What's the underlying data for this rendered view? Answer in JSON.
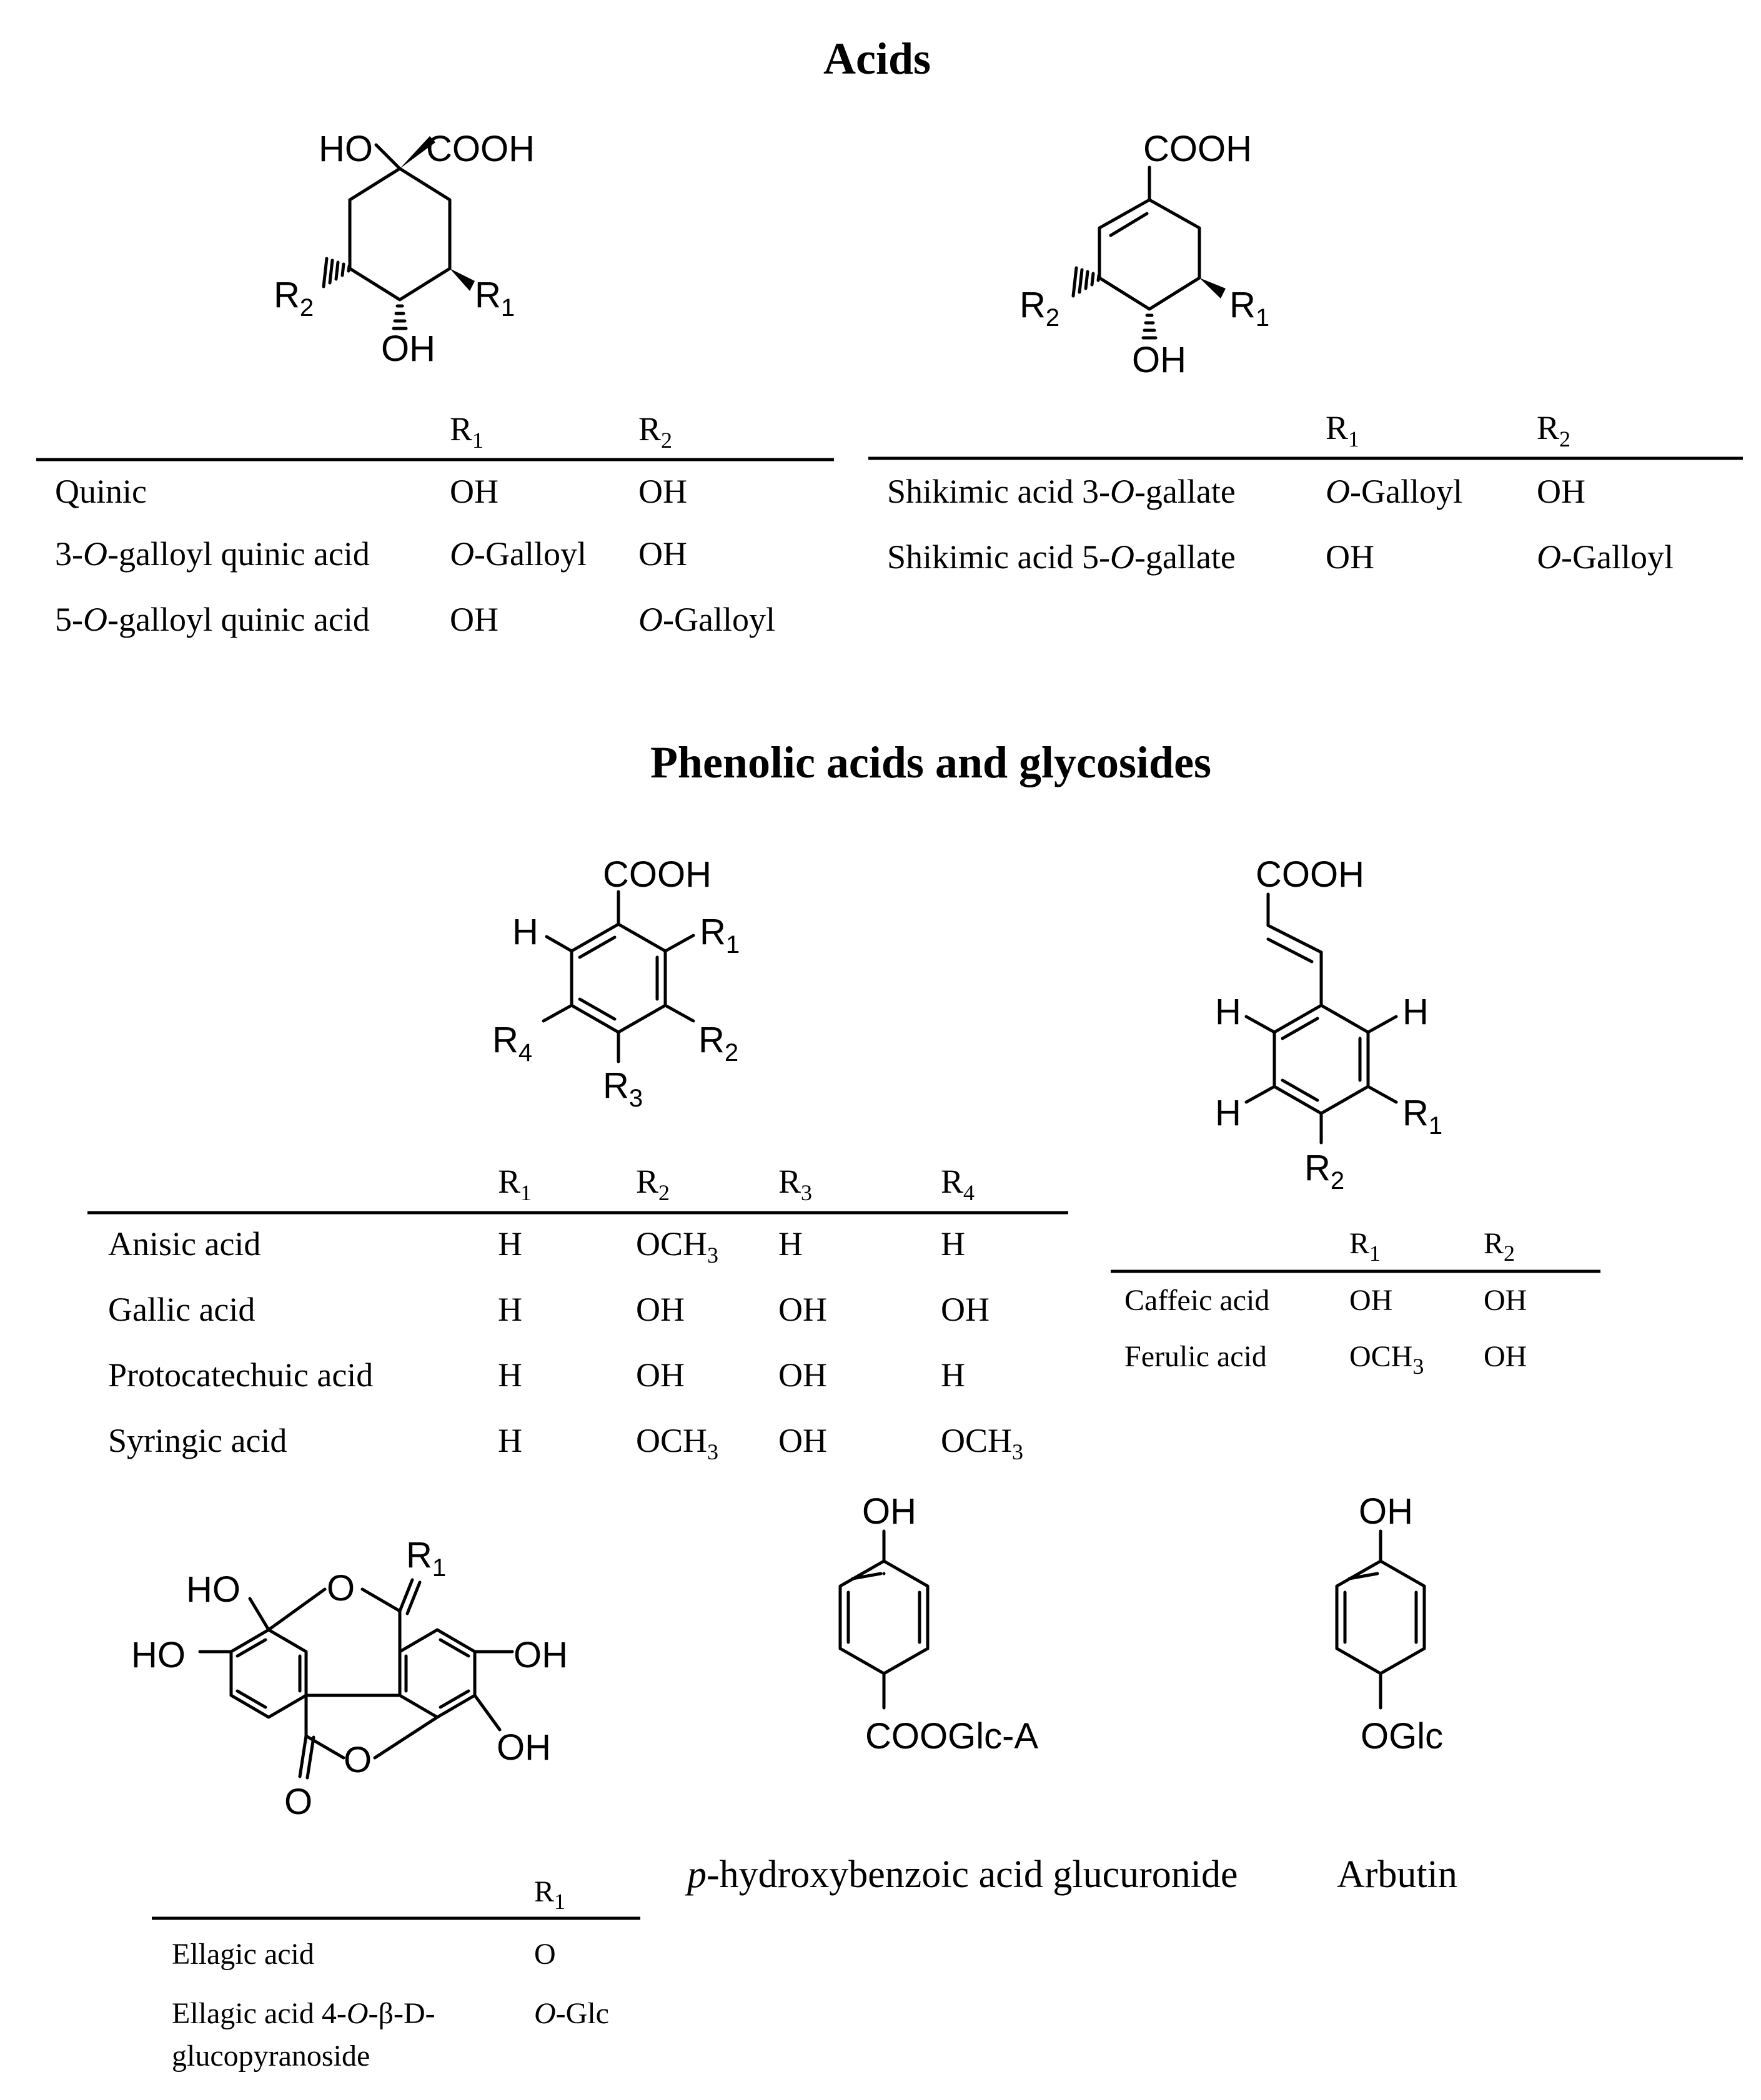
{
  "headings": {
    "acids": "Acids",
    "phenolic": "Phenolic acids and glycosides"
  },
  "molecules": {
    "quinic": {
      "ho": "HO",
      "cooh": "COOH",
      "r1": "R",
      "r1_sub": "1",
      "r2": "R",
      "r2_sub": "2",
      "oh": "OH"
    },
    "shikimic": {
      "cooh": "COOH",
      "r1": "R",
      "r1_sub": "1",
      "r2": "R",
      "r2_sub": "2",
      "oh": "OH"
    },
    "benzoic": {
      "cooh": "COOH",
      "h": "H",
      "r1": "R",
      "r1_sub": "1",
      "r2": "R",
      "r2_sub": "2",
      "r3": "R",
      "r3_sub": "3",
      "r4": "R",
      "r4_sub": "4"
    },
    "cinnamic": {
      "cooh": "COOH",
      "h1": "H",
      "h2": "H",
      "h3": "H",
      "r1": "R",
      "r1_sub": "1",
      "r2": "R",
      "r2_sub": "2"
    },
    "ellagic": {
      "r1": "R",
      "r1_sub": "1",
      "ho1": "HO",
      "o_top": "O",
      "ho2": "HO",
      "oh_right": "OH",
      "oh_bottom": "OH",
      "o_ring": "O",
      "o_carbonyl": "O"
    },
    "hydroxybenzoic": {
      "oh": "OH",
      "sub": "COOGlc-A"
    },
    "arbutin": {
      "oh": "OH",
      "sub": "OGlc"
    }
  },
  "captions": {
    "hydroxybenzoic_prefix": "p",
    "hydroxybenzoic_rest": "-hydroxybenzoic acid glucuronide",
    "arbutin": "Arbutin"
  },
  "tables": {
    "quinic": {
      "headers": [
        {
          "base": "R",
          "sub": "1"
        },
        {
          "base": "R",
          "sub": "2"
        }
      ],
      "rows": [
        {
          "name": [
            {
              "t": "Quinic"
            }
          ],
          "c1": [
            {
              "t": "OH"
            }
          ],
          "c2": [
            {
              "t": "OH"
            }
          ]
        },
        {
          "name": [
            {
              "t": "3-"
            },
            {
              "t": "O",
              "i": true
            },
            {
              "t": "-galloyl quinic acid"
            }
          ],
          "c1": [
            {
              "t": "O",
              "i": true
            },
            {
              "t": "-Galloyl"
            }
          ],
          "c2": [
            {
              "t": "OH"
            }
          ]
        },
        {
          "name": [
            {
              "t": "5-"
            },
            {
              "t": "O",
              "i": true
            },
            {
              "t": "-galloyl quinic acid"
            }
          ],
          "c1": [
            {
              "t": "OH"
            }
          ],
          "c2": [
            {
              "t": "O",
              "i": true
            },
            {
              "t": "-Galloyl"
            }
          ]
        }
      ]
    },
    "shikimic": {
      "headers": [
        {
          "base": "R",
          "sub": "1"
        },
        {
          "base": "R",
          "sub": "2"
        }
      ],
      "rows": [
        {
          "name": [
            {
              "t": "Shikimic acid 3-"
            },
            {
              "t": "O",
              "i": true
            },
            {
              "t": "-gallate"
            }
          ],
          "c1": [
            {
              "t": "O",
              "i": true
            },
            {
              "t": "-Galloyl"
            }
          ],
          "c2": [
            {
              "t": "OH"
            }
          ]
        },
        {
          "name": [
            {
              "t": "Shikimic acid 5-"
            },
            {
              "t": "O",
              "i": true
            },
            {
              "t": "-gallate"
            }
          ],
          "c1": [
            {
              "t": "OH"
            }
          ],
          "c2": [
            {
              "t": "O",
              "i": true
            },
            {
              "t": "-Galloyl"
            }
          ]
        }
      ]
    },
    "benzoic": {
      "headers": [
        {
          "base": "R",
          "sub": "1"
        },
        {
          "base": "R",
          "sub": "2"
        },
        {
          "base": "R",
          "sub": "3"
        },
        {
          "base": "R",
          "sub": "4"
        }
      ],
      "rows": [
        {
          "name": [
            {
              "t": "Anisic acid"
            }
          ],
          "c1": [
            {
              "t": "H"
            }
          ],
          "c2": [
            {
              "t": "OCH"
            },
            {
              "t": "3",
              "s": true
            }
          ],
          "c3": [
            {
              "t": "H"
            }
          ],
          "c4": [
            {
              "t": "H"
            }
          ]
        },
        {
          "name": [
            {
              "t": "Gallic acid"
            }
          ],
          "c1": [
            {
              "t": "H"
            }
          ],
          "c2": [
            {
              "t": "OH"
            }
          ],
          "c3": [
            {
              "t": "OH"
            }
          ],
          "c4": [
            {
              "t": "OH"
            }
          ]
        },
        {
          "name": [
            {
              "t": "Protocatechuic acid"
            }
          ],
          "c1": [
            {
              "t": "H"
            }
          ],
          "c2": [
            {
              "t": "OH"
            }
          ],
          "c3": [
            {
              "t": "OH"
            }
          ],
          "c4": [
            {
              "t": "H"
            }
          ]
        },
        {
          "name": [
            {
              "t": "Syringic acid"
            }
          ],
          "c1": [
            {
              "t": "H"
            }
          ],
          "c2": [
            {
              "t": "OCH"
            },
            {
              "t": "3",
              "s": true
            }
          ],
          "c3": [
            {
              "t": "OH"
            }
          ],
          "c4": [
            {
              "t": "OCH"
            },
            {
              "t": "3",
              "s": true
            }
          ]
        }
      ]
    },
    "cinnamic": {
      "headers": [
        {
          "base": "R",
          "sub": "1"
        },
        {
          "base": "R",
          "sub": "2"
        }
      ],
      "rows": [
        {
          "name": [
            {
              "t": "Caffeic acid"
            }
          ],
          "c1": [
            {
              "t": "OH"
            }
          ],
          "c2": [
            {
              "t": "OH"
            }
          ]
        },
        {
          "name": [
            {
              "t": "Ferulic acid"
            }
          ],
          "c1": [
            {
              "t": "OCH"
            },
            {
              "t": "3",
              "s": true
            }
          ],
          "c2": [
            {
              "t": "OH"
            }
          ]
        }
      ]
    },
    "ellagic": {
      "headers": [
        {
          "base": "R",
          "sub": "1"
        }
      ],
      "rows": [
        {
          "name": [
            {
              "t": "Ellagic acid"
            }
          ],
          "c1": [
            {
              "t": "O"
            }
          ]
        },
        {
          "name": [
            {
              "t": "Ellagic acid 4-"
            },
            {
              "t": "O",
              "i": true
            },
            {
              "t": "-β-D-"
            }
          ],
          "name2": [
            {
              "t": "glucopyranoside"
            }
          ],
          "c1": [
            {
              "t": "O",
              "i": true
            },
            {
              "t": "-Glc"
            }
          ]
        }
      ]
    }
  }
}
